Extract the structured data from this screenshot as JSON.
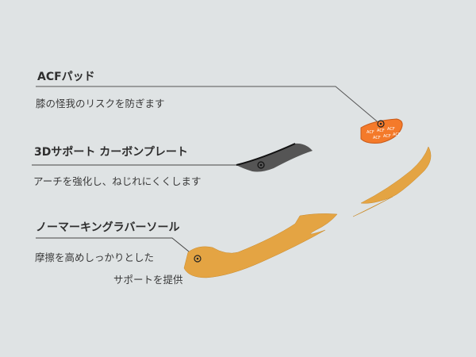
{
  "callouts": [
    {
      "title": "ACFパッド",
      "description": [
        "膝の怪我のリスクを防ぎます"
      ]
    },
    {
      "title": "3Dサポート カーボンプレート",
      "description": [
        "アーチを強化し、ねじれにくくします"
      ]
    },
    {
      "title": "ノーマーキングラバーソール",
      "description": [
        "摩擦を高めしっかりとした",
        "サポートを提供"
      ]
    }
  ],
  "pad_print": "ACF",
  "colors": {
    "background": "#dfe3e4",
    "acf_pad": "#f47a2a",
    "carbon_plate": "#4a4a4a",
    "rubber_sole": "#e4a443",
    "leader_line": "#444444"
  }
}
